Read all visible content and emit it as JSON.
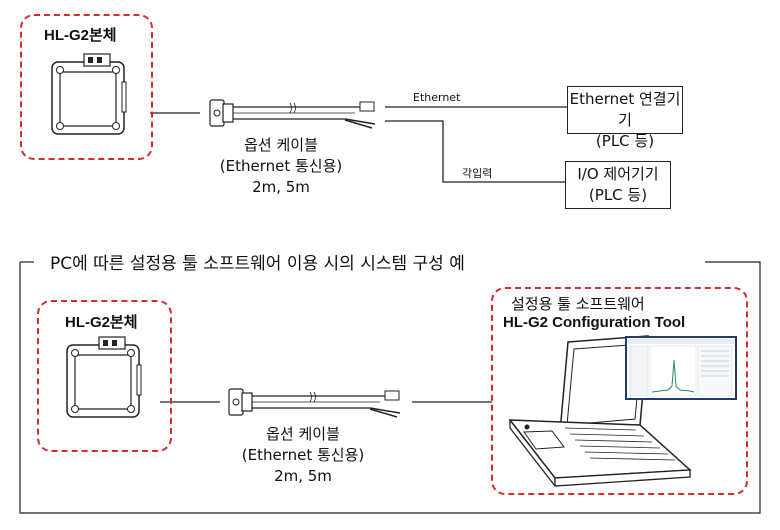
{
  "top": {
    "unit_label": "HL-G2본체",
    "cable_caption": [
      "옵션 케이블",
      "(Ethernet 통신용)",
      "2m, 5m"
    ],
    "line_label_ethernet": "Ethernet",
    "line_label_io": "각입력",
    "ethernet_device": [
      "Ethernet 연결기기",
      "(PLC 등)"
    ],
    "io_device": [
      "I/O 제어기기",
      "(PLC 등)"
    ]
  },
  "bottom": {
    "section_title": "PC에 따른 설정용 툴 소프트웨어 이용 시의 시스템 구성 예",
    "unit_label": "HL-G2본체",
    "cable_caption": [
      "옵션 케이블",
      "(Ethernet 통신용)",
      "2m, 5m"
    ],
    "software_title": "설정용 툴 소프트웨어",
    "software_name": "HL-G2 Configuration Tool"
  },
  "colors": {
    "dash_red": "#d52b2b",
    "line": "#222222",
    "screen_frame": "#1f3a6b"
  }
}
